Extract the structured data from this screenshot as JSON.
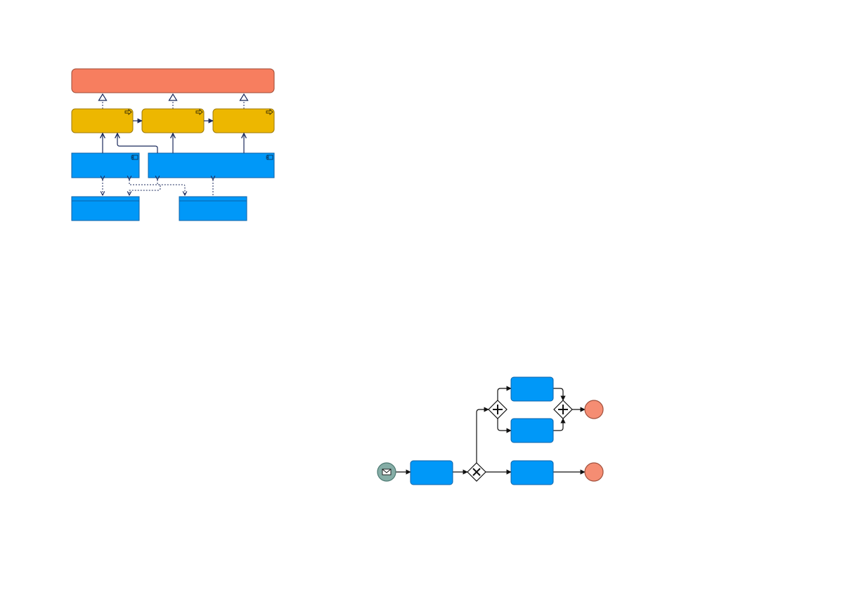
{
  "colors": {
    "background": "#ffffff",
    "goal_fill": "#f77e5f",
    "goal_stroke": "#9c4a35",
    "process_fill": "#edb700",
    "process_stroke": "#9c7a0a",
    "app_fill": "#0098f8",
    "app_stroke": "#0b62a8",
    "archimate_line": "#1b2a5c",
    "bpmn_line": "#111111",
    "start_event_fill": "#85ada6",
    "start_event_stroke": "#4d7a73",
    "end_event_fill": "#f58d73",
    "end_event_stroke": "#a0503c",
    "gateway_fill": "#ffffff"
  },
  "archimate_view": {
    "goal": {
      "label": ""
    },
    "business_processes": [
      {
        "label": "",
        "icon": "process-arrow-icon"
      },
      {
        "label": "",
        "icon": "process-arrow-icon"
      },
      {
        "label": "",
        "icon": "process-arrow-icon"
      }
    ],
    "application_components": [
      {
        "label": "",
        "icon": "component-icon"
      },
      {
        "label": "",
        "icon": "component-icon"
      }
    ],
    "data_objects": [
      {
        "label": ""
      },
      {
        "label": ""
      }
    ]
  },
  "bpmn_process": {
    "start_event": {
      "label": "",
      "icon": "envelope-icon",
      "type": "message"
    },
    "tasks": [
      {
        "label": ""
      },
      {
        "label": ""
      },
      {
        "label": ""
      },
      {
        "label": ""
      }
    ],
    "gateways": [
      {
        "type": "exclusive",
        "icon": "x-mark-icon"
      },
      {
        "type": "parallel",
        "icon": "plus-icon"
      },
      {
        "type": "parallel",
        "icon": "plus-icon"
      }
    ],
    "end_events": [
      {
        "label": ""
      },
      {
        "label": ""
      }
    ]
  }
}
